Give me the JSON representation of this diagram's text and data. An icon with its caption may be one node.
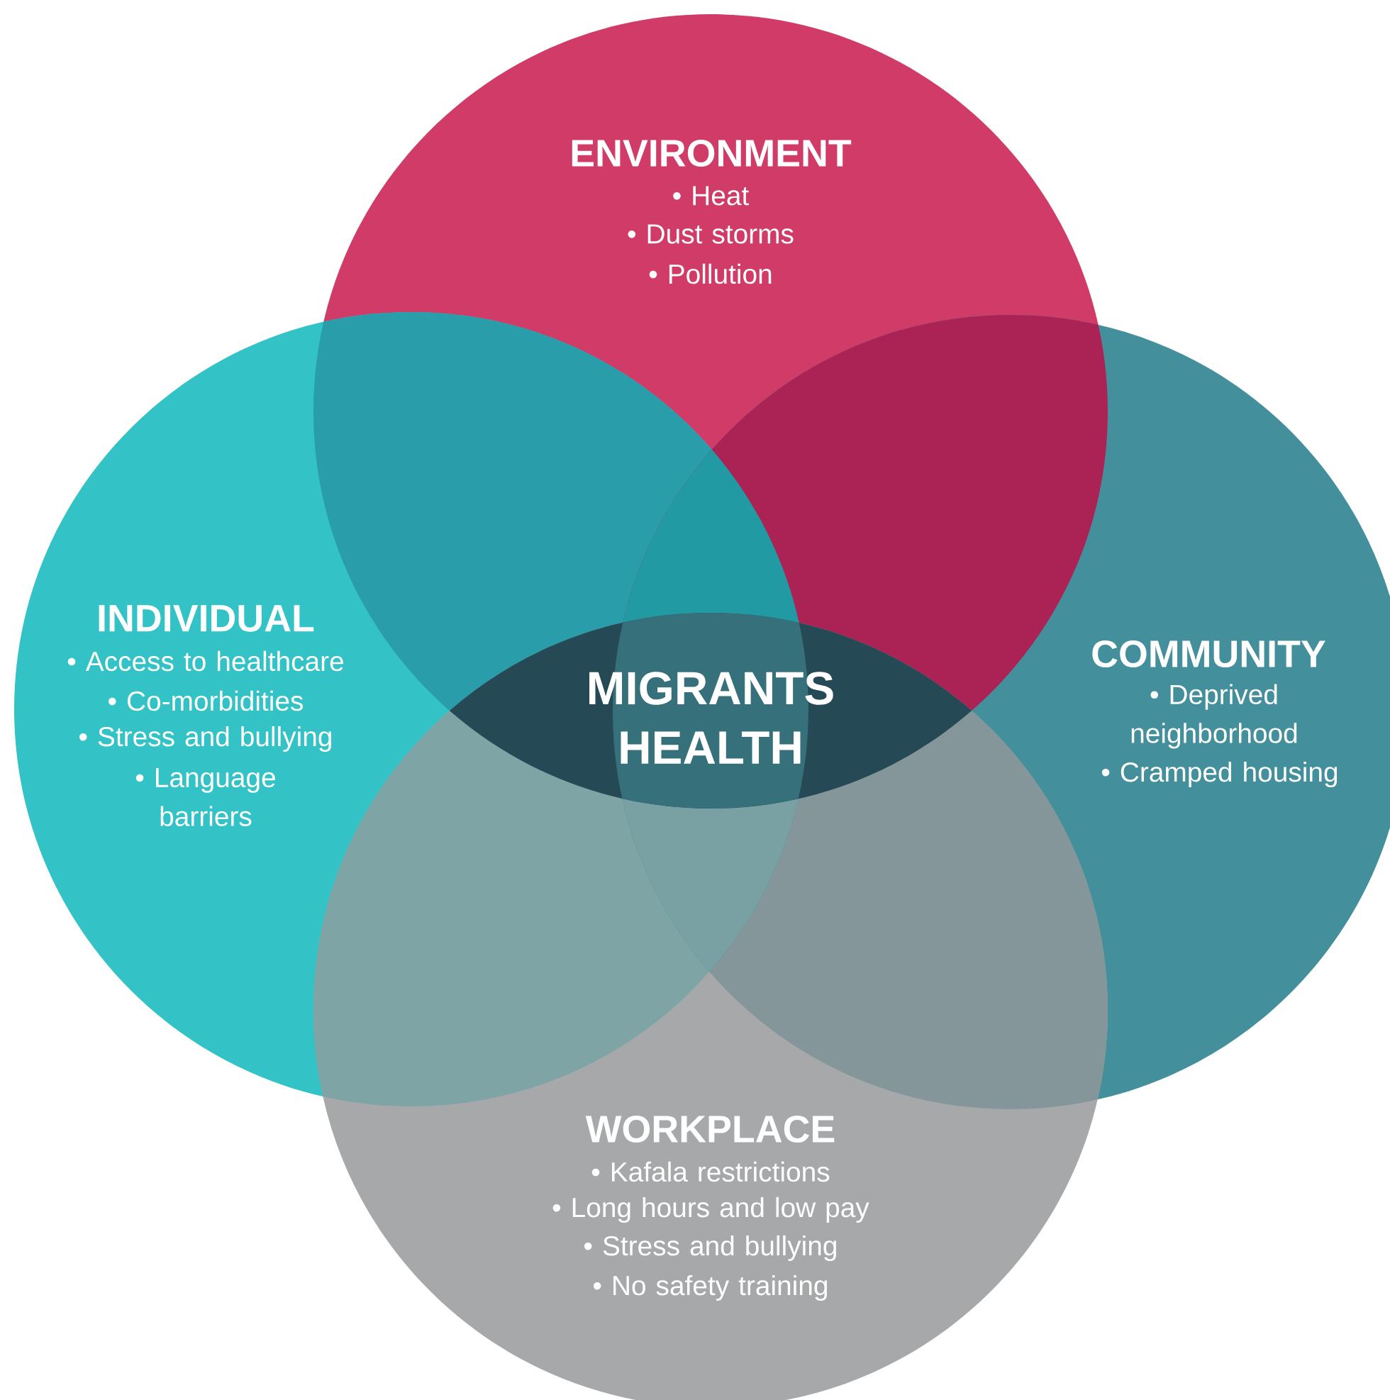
{
  "diagram": {
    "nodes": [
      {
        "text": [
          "ENVIRONMENT",
          "• Heat",
          "• Dust storms",
          "• Pollution"
        ]
      },
      {
        "text": [
          "INDIVIDUAL",
          "• Access to healthcare",
          "• Co-morbidities",
          "• Stress and bullying",
          "• Language barriers"
        ]
      },
      {
        "text": [
          "COMMUNITY",
          "• Deprived neighborhood",
          "• Cramped housing"
        ]
      },
      {
        "text": [
          "WORKPLACE",
          "• Kafala restrictions",
          "• Long hours and low pay",
          "• Stress and bullying",
          "• No safety training"
        ]
      },
      {
        "text": [
          "MIGRANTS HEALTH"
        ]
      }
    ]
  }
}
